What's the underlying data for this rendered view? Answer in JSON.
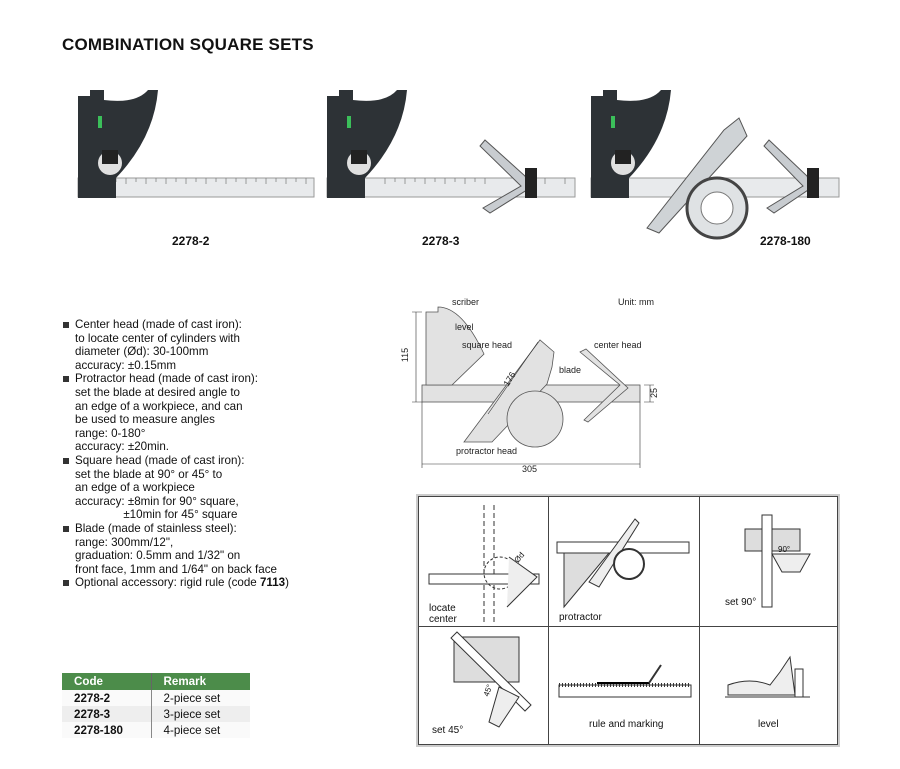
{
  "title": "COMBINATION SQUARE SETS",
  "products": [
    {
      "code": "2278-2"
    },
    {
      "code": "2278-3"
    },
    {
      "code": "2278-180"
    }
  ],
  "specs": [
    {
      "lines": [
        "Center head (made of cast iron):",
        "to locate center of cylinders with",
        "diameter (Ød): 30-100mm",
        "accuracy: ±0.15mm"
      ]
    },
    {
      "lines": [
        "Protractor head (made of cast iron):",
        "set the blade at desired angle to",
        "an edge of a workpiece, and can",
        "be used to measure angles",
        "range: 0-180°",
        "accuracy: ±20min."
      ]
    },
    {
      "lines": [
        "Square head (made of cast iron):",
        "set the blade at 90° or 45° to",
        "an edge of a workpiece",
        "accuracy: ±8min for 90° square,",
        "               ±10min for 45° square"
      ]
    },
    {
      "lines": [
        "Blade (made of stainless steel):",
        "range: 300mm/12\",",
        "graduation: 0.5mm and 1/32\" on",
        "front face, 1mm and 1/64\" on back face"
      ]
    },
    {
      "text": "Optional accessory: rigid rule (code ",
      "code": "7113",
      "suffix": ")"
    }
  ],
  "table": {
    "headers": [
      "Code",
      "Remark"
    ],
    "rows": [
      [
        "2278-2",
        "2-piece set"
      ],
      [
        "2278-3",
        "3-piece set"
      ],
      [
        "2278-180",
        "4-piece set"
      ]
    ],
    "header_color": "#4c8c4a"
  },
  "diagram": {
    "unit": "Unit: mm",
    "labels": {
      "scriber": "scriber",
      "level": "level",
      "square_head": "square head",
      "center_head": "center head",
      "blade": "blade",
      "protractor_head": "protractor head"
    },
    "dims": {
      "height": "115",
      "diag": "176",
      "blade_width": "25",
      "length": "305"
    }
  },
  "usage": [
    {
      "label": "locate\ncenter"
    },
    {
      "label": "protractor"
    },
    {
      "label": "set 90°"
    },
    {
      "label": "set 45°"
    },
    {
      "label": "rule and marking"
    },
    {
      "label": "level"
    }
  ],
  "usage_dims": {
    "dia": "Ød",
    "ang90": "90°",
    "ang45": "45°"
  }
}
